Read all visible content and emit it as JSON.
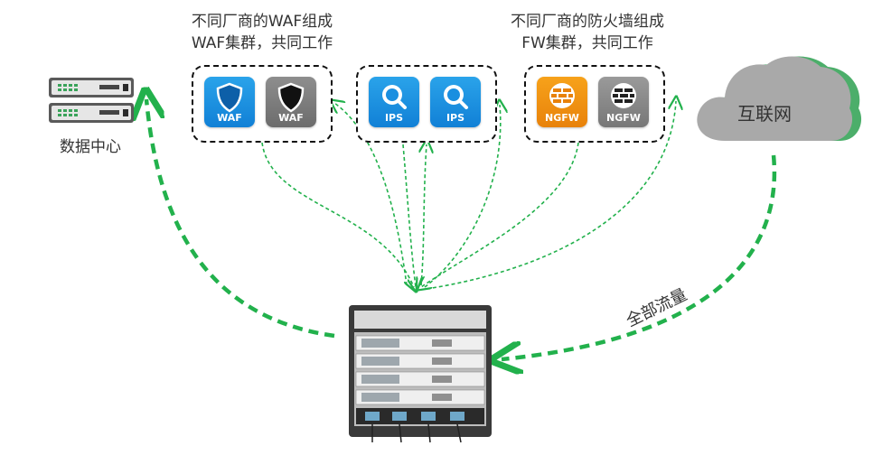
{
  "waf_group": {
    "caption_line1": "不同厂商的WAF组成",
    "caption_line2": "WAF集群，共同工作",
    "tiles": [
      {
        "label": "WAF",
        "color": "#1a8fe0"
      },
      {
        "label": "WAF",
        "color": "#7b7b7b"
      }
    ]
  },
  "ips_group": {
    "tiles": [
      {
        "label": "IPS",
        "color": "#1a8fe0"
      },
      {
        "label": "IPS",
        "color": "#1a8fe0"
      }
    ]
  },
  "fw_group": {
    "caption_line1": "不同厂商的防火墙组成",
    "caption_line2": "FW集群，共同工作",
    "tiles": [
      {
        "label": "NGFW",
        "color": "#f0930f"
      },
      {
        "label": "NGFW",
        "color": "#858585"
      }
    ]
  },
  "data_center": {
    "label": "数据中心"
  },
  "internet": {
    "label": "互联网",
    "color": "#a9a9a9",
    "accent": "#4cae6a"
  },
  "flow": {
    "label": "全部流量",
    "arrow_color": "#22b14c"
  }
}
